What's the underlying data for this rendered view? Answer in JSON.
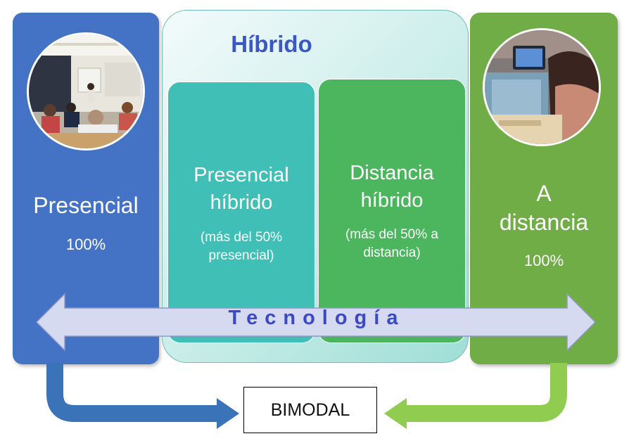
{
  "hibrido": {
    "title": "Híbrido"
  },
  "presencial": {
    "title": "Presencial",
    "percent": "100%"
  },
  "presencial_hibrido": {
    "title_line1": "Presencial",
    "title_line2": "híbrido",
    "note_line1": "(más del 50%",
    "note_line2": "presencial)"
  },
  "distancia_hibrido": {
    "title_line1": "Distancia",
    "title_line2": "híbrido",
    "note_line1": "(más del 50% a",
    "note_line2": "distancia)"
  },
  "a_distancia": {
    "title_line1": "A",
    "title_line2": "distancia",
    "percent": "100%"
  },
  "tecnologia": {
    "label": "Tecnología"
  },
  "bimodal": {
    "label": "BIMODAL"
  },
  "colors": {
    "presencial": "#4472c4",
    "a_distancia": "#70ad47",
    "presencial_hibrido": "#3fbfb6",
    "distancia_hibrido": "#4cb65f",
    "title_blue": "#3b56c9",
    "arrow_left": "#3a73b8",
    "arrow_right": "#8fcc4f",
    "tech_arrow": "#d6daf0"
  },
  "icons": [
    "classroom-photo",
    "student-tablet-photo",
    "double-arrow",
    "bent-arrow-right",
    "bent-arrow-left"
  ]
}
